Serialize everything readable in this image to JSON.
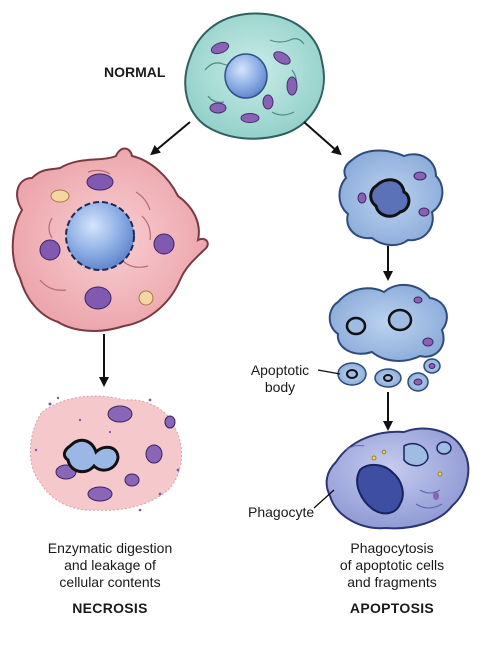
{
  "labels": {
    "normal": "NORMAL",
    "apoptotic_body": [
      "Apoptotic",
      "body"
    ],
    "phagocyte": "Phagocyte"
  },
  "captions": {
    "necrosis": [
      "Enzymatic digestion",
      "and leakage of",
      "cellular contents"
    ],
    "apoptosis": [
      "Phagocytosis",
      "of apoptotic cells",
      "and fragments"
    ]
  },
  "titles": {
    "necrosis": "NECROSIS",
    "apoptosis": "APOPTOSIS"
  },
  "colors": {
    "normal_cell_fill": "#a9dcd6",
    "normal_cell_stroke": "#2f5f5f",
    "nucleus_fill": "#8fb0e6",
    "necrotic_cell_fill": "#f2b8bc",
    "apoptotic_cell_fill": "#9fbde3",
    "phagocyte_fill": "#a9b2e0",
    "mitochondria": "#7a5aa8",
    "arrow": "#111111"
  }
}
